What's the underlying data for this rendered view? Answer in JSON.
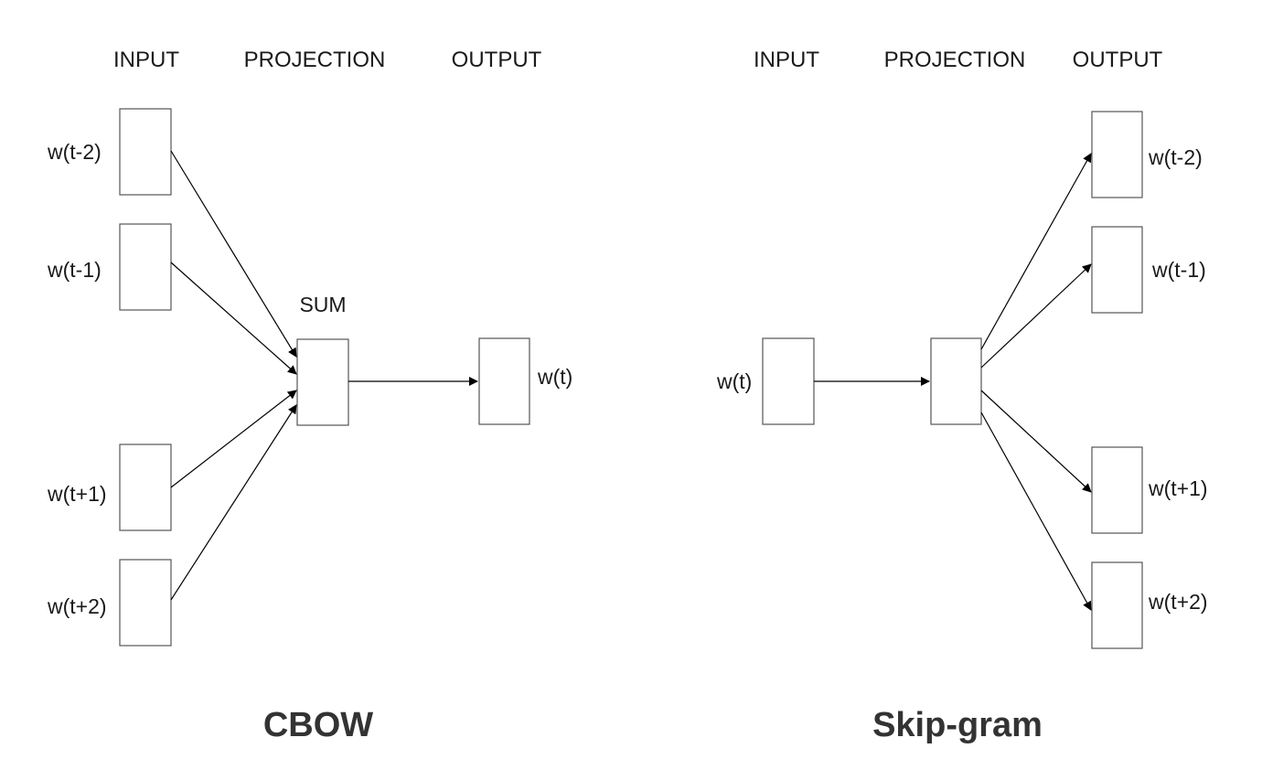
{
  "cbow": {
    "title": "CBOW",
    "headers": {
      "input": "INPUT",
      "projection": "PROJECTION",
      "output": "OUTPUT"
    },
    "sum_label": "SUM",
    "inputs": [
      "w(t-2)",
      "w(t-1)",
      "w(t+1)",
      "w(t+2)"
    ],
    "output": "w(t)"
  },
  "skipgram": {
    "title": "Skip-gram",
    "headers": {
      "input": "INPUT",
      "projection": "PROJECTION",
      "output": "OUTPUT"
    },
    "input": "w(t)",
    "outputs": [
      "w(t-2)",
      "w(t-1)",
      "w(t+1)",
      "w(t+2)"
    ]
  }
}
